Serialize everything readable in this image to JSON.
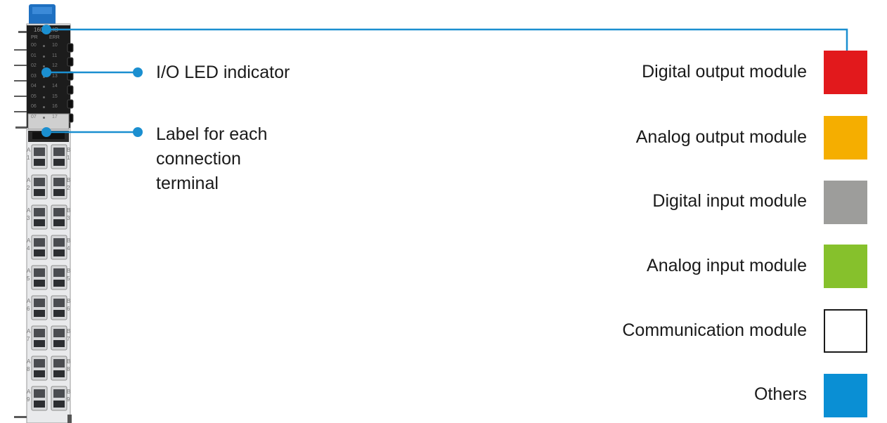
{
  "callouts": {
    "led": "I/O LED indicator",
    "label_lines": [
      "Label for each",
      "connection",
      "terminal"
    ]
  },
  "legend": [
    {
      "label": "Digital output module",
      "color": "#e2191c"
    },
    {
      "label": "Analog output module",
      "color": "#f5ae00"
    },
    {
      "label": "Digital input module",
      "color": "#9d9d9b"
    },
    {
      "label": "Analog input module",
      "color": "#86c12c"
    },
    {
      "label": "Communication module",
      "color": "#ffffff"
    },
    {
      "label": "Others",
      "color": "#0a8fd4"
    }
  ],
  "module": {
    "model_text": "1600 ...IO",
    "led_headers": [
      "PR",
      "ERR"
    ],
    "led_left": [
      "00",
      "01",
      "02",
      "03",
      "04",
      "05",
      "06",
      "07"
    ],
    "led_right": [
      "10",
      "11",
      "12",
      "13",
      "14",
      "15",
      "16",
      "17"
    ],
    "terminal_numbers": [
      "1",
      "2",
      "3",
      "4",
      "5",
      "6",
      "7",
      "8",
      "9"
    ],
    "terminal_side_a": "A",
    "terminal_side_b": "B"
  },
  "colors": {
    "callout_line": "#1b8fd0",
    "module_top": "#1f70c1",
    "module_body": "#e9eaec",
    "led_panel": "#1c1c1c"
  }
}
